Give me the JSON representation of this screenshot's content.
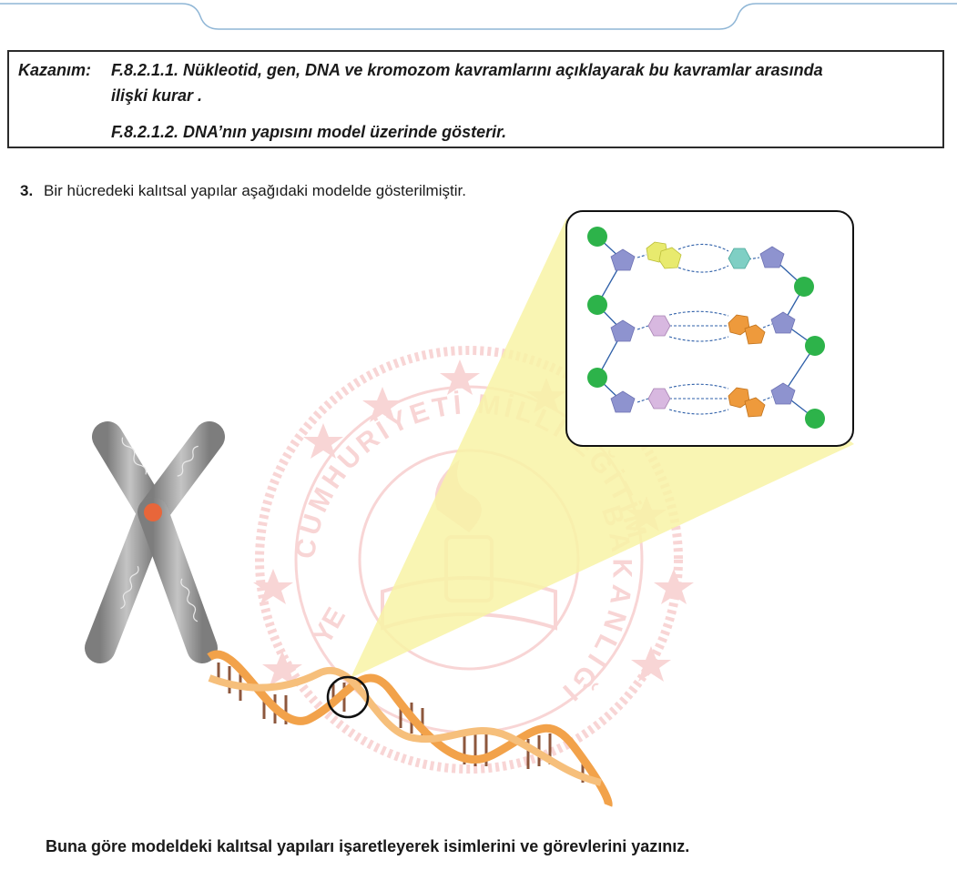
{
  "kazanim": {
    "label": "Kazanım:",
    "item1_line1": "F.8.2.1.1. Nükleotid, gen, DNA ve kromozom kavramlarını açıklayarak bu kavramlar arasında",
    "item1_line2": "ilişki kurar .",
    "item2": "F.8.2.1.2. DNA’nın yapısını model üzerinde gösterir."
  },
  "question": {
    "number": "3.",
    "text": "Bir hücredeki kalıtsal yapılar aşağıdaki modelde gösterilmiştir."
  },
  "watermark": {
    "top_text": "CUMHURİYETİ MİLLÎ EĞİTİM",
    "right_text": "BAKANLIĞI",
    "left_text": "YE"
  },
  "instruction": "Buna göre modeldeki kalıtsal yapıları işaretleyerek isimlerini ve görevlerini yazınız.",
  "colors": {
    "phosphate": "#2db34a",
    "sugar": "#8e93cf",
    "base_yellow": "#e8ea6e",
    "base_teal": "#7fcfc4",
    "base_purple": "#d8b8e0",
    "base_orange": "#ee9a3c",
    "dna_strand": "#f2a24a",
    "chromosome": "#9a9a9a",
    "centromere": "#e8663a",
    "zoom_cone": "#f8f3a6"
  }
}
